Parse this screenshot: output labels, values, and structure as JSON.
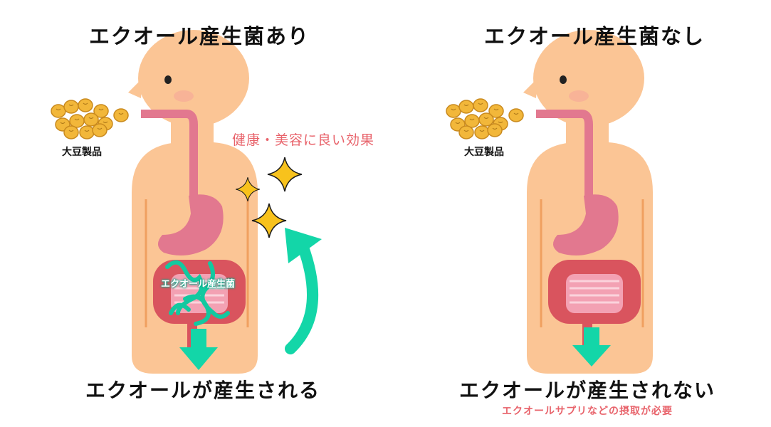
{
  "left_panel": {
    "title": "エクオール産生菌あり",
    "soy_label": "大豆製品",
    "effect_label": "健康・美容に良い効果",
    "bacteria_label": "エクオール産生菌",
    "result": "エクオールが産生される"
  },
  "right_panel": {
    "title": "エクオール産生菌なし",
    "soy_label": "大豆製品",
    "result": "エクオールが産生されない",
    "note": "エクオールサプリなどの摂取が必要"
  },
  "colors": {
    "skin": "#fbc595",
    "organ": "#e2788f",
    "intestine": "#d9545e",
    "arrow": "#13d6a8",
    "star": "#f8c21c",
    "accent_text": "#e8636b"
  }
}
